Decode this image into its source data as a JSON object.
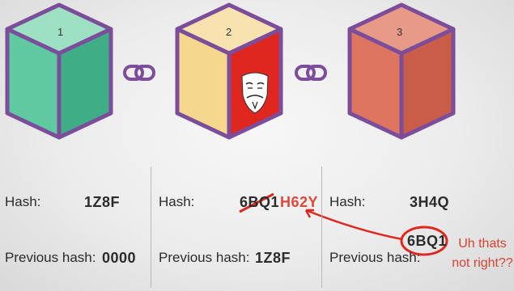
{
  "blocks": [
    {
      "number": "1",
      "hash_label": "Hash:",
      "hash": "1Z8F",
      "prev_label": "Previous hash:",
      "prev_hash": "0000"
    },
    {
      "number": "2",
      "hash_label": "Hash:",
      "hash": "6BQ1",
      "new_hash": "H62Y",
      "prev_label": "Previous hash:",
      "prev_hash": "1Z8F"
    },
    {
      "number": "3",
      "hash_label": "Hash:",
      "hash": "3H4Q",
      "prev_label": "Previous hash:",
      "prev_hash": "6BQ1"
    }
  ],
  "annotation": {
    "line1": "Uh thats",
    "line2": "not right??"
  },
  "icons": {
    "link": "chain-link-icon",
    "hacker": "anonymous-mask-icon"
  },
  "colors": {
    "cube1": "#5fc9a2",
    "cube2": "#f5d88e",
    "cube3": "#dd7560",
    "outline": "#7b4d9b",
    "tamper": "#e0271f",
    "alert": "#e0473a"
  }
}
